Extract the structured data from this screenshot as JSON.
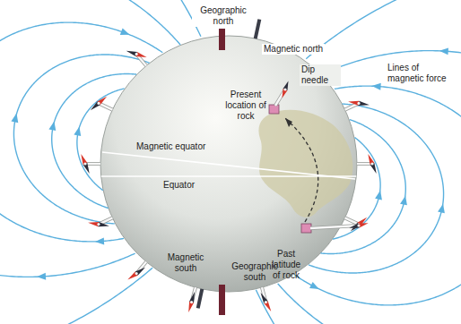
{
  "diagram": {
    "labels": [
      "Geographic north",
      "Magnetic north",
      "Dip needle",
      "Lines of magnetic force",
      "Present location of rock",
      "Magnetic equator",
      "Equator",
      "Past latitude of rock",
      "Magnetic south",
      "Geographic south"
    ]
  }
}
